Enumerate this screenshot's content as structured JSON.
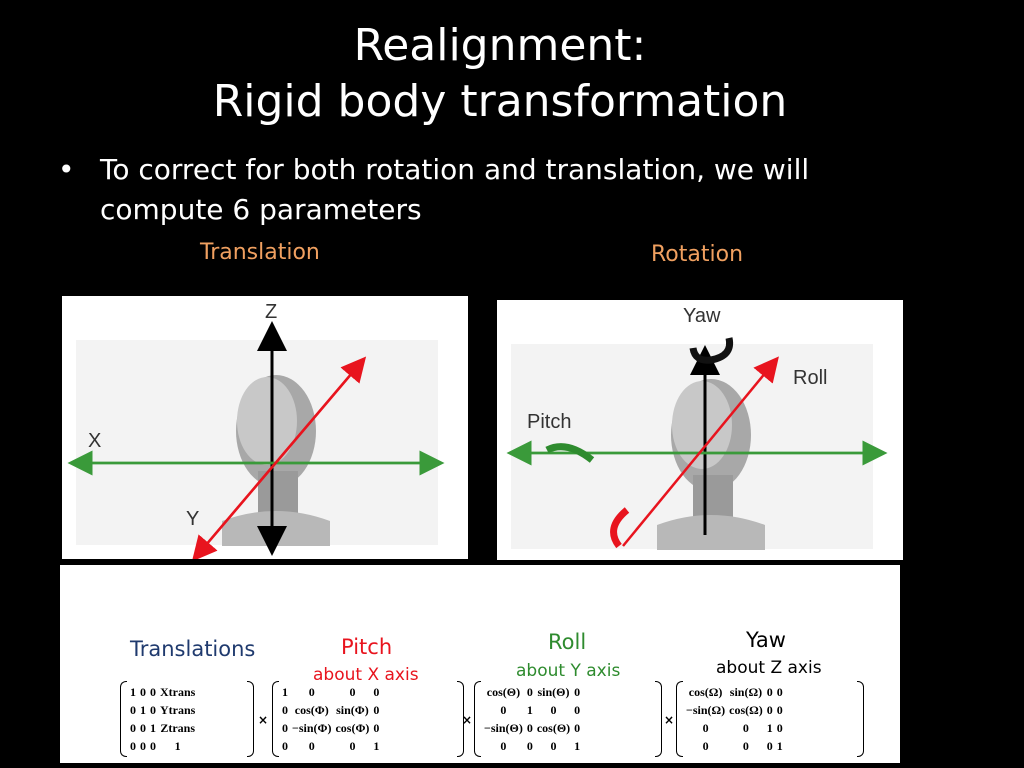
{
  "title": {
    "line1": "Realignment:",
    "line2": "Rigid body transformation"
  },
  "bullet": {
    "dot": "•",
    "text": "To correct for both rotation and translation, we will compute 6 parameters"
  },
  "labels": {
    "translation": "Translation",
    "rotation": "Rotation"
  },
  "translation_diagram": {
    "z": "Z",
    "x": "X",
    "y": "Y"
  },
  "rotation_diagram": {
    "yaw": "Yaw",
    "roll": "Roll",
    "pitch": "Pitch"
  },
  "matrices": {
    "translations": {
      "label": "Translations"
    },
    "pitch": {
      "label": "Pitch",
      "sub": "about X axis"
    },
    "roll": {
      "label": "Roll",
      "sub": "about Y axis"
    },
    "yaw": {
      "label": "Yaw",
      "sub": "about Z axis"
    },
    "times": "×",
    "m_trans": [
      [
        "1",
        "0",
        "0",
        "Xtrans"
      ],
      [
        "0",
        "1",
        "0",
        "Ytrans"
      ],
      [
        "0",
        "0",
        "1",
        "Ztrans"
      ],
      [
        "0",
        "0",
        "0",
        "1"
      ]
    ],
    "m_pitch": [
      [
        "1",
        "0",
        "0",
        "0"
      ],
      [
        "0",
        "cos(Φ)",
        "sin(Φ)",
        "0"
      ],
      [
        "0",
        "−sin(Φ)",
        "cos(Φ)",
        "0"
      ],
      [
        "0",
        "0",
        "0",
        "1"
      ]
    ],
    "m_roll": [
      [
        "cos(Θ)",
        "0",
        "sin(Θ)",
        "0"
      ],
      [
        "0",
        "1",
        "0",
        "0"
      ],
      [
        "−sin(Θ)",
        "0",
        "cos(Θ)",
        "0"
      ],
      [
        "0",
        "0",
        "0",
        "1"
      ]
    ],
    "m_yaw": [
      [
        "cos(Ω)",
        "sin(Ω)",
        "0",
        "0"
      ],
      [
        "−sin(Ω)",
        "cos(Ω)",
        "0",
        "0"
      ],
      [
        "0",
        "0",
        "1",
        "0"
      ],
      [
        "0",
        "0",
        "0",
        "1"
      ]
    ]
  },
  "colors": {
    "orange": "#f0a060",
    "red": "#e8141e",
    "green": "#2e8b2e",
    "navy": "#1f3a6e",
    "axis_green": "#3a9a3a"
  }
}
